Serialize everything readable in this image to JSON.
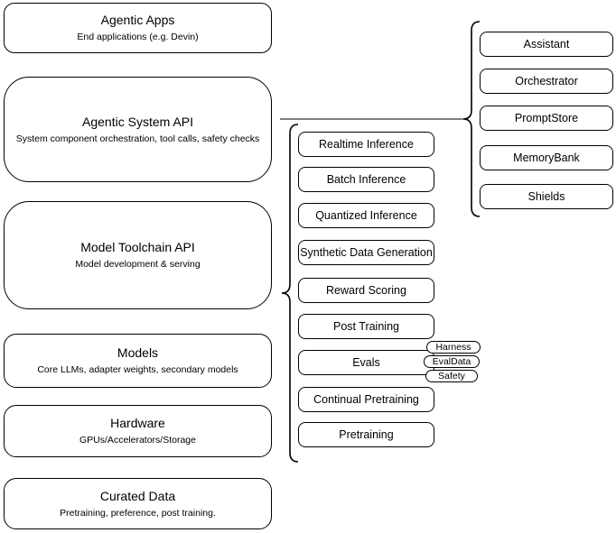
{
  "diagram": {
    "left_stack": [
      {
        "title": "Agentic Apps",
        "subtitle": "End applications (e.g. Devin)"
      },
      {
        "title": "Agentic System API",
        "subtitle": "System component orchestration, tool calls, safety checks"
      },
      {
        "title": "Model Toolchain API",
        "subtitle": "Model development & serving"
      },
      {
        "title": "Models",
        "subtitle": "Core LLMs, adapter weights, secondary models"
      },
      {
        "title": "Hardware",
        "subtitle": "GPUs/Accelerators/Storage"
      },
      {
        "title": "Curated Data",
        "subtitle": "Pretraining, preference, post training."
      }
    ],
    "toolchain_items": [
      "Realtime Inference",
      "Batch Inference",
      "Quantized Inference",
      "Synthetic Data Generation",
      "Reward Scoring",
      "Post Training",
      "Evals",
      "Continual Pretraining",
      "Pretraining"
    ],
    "evals_tags": [
      "Harness",
      "EvalData",
      "Safety"
    ],
    "system_components": [
      "Assistant",
      "Orchestrator",
      "PromptStore",
      "MemoryBank",
      "Shields"
    ],
    "colors": {
      "stroke": "#000000",
      "connector": "#808080",
      "fill": "#ffffff",
      "background": "#ffffff"
    }
  }
}
